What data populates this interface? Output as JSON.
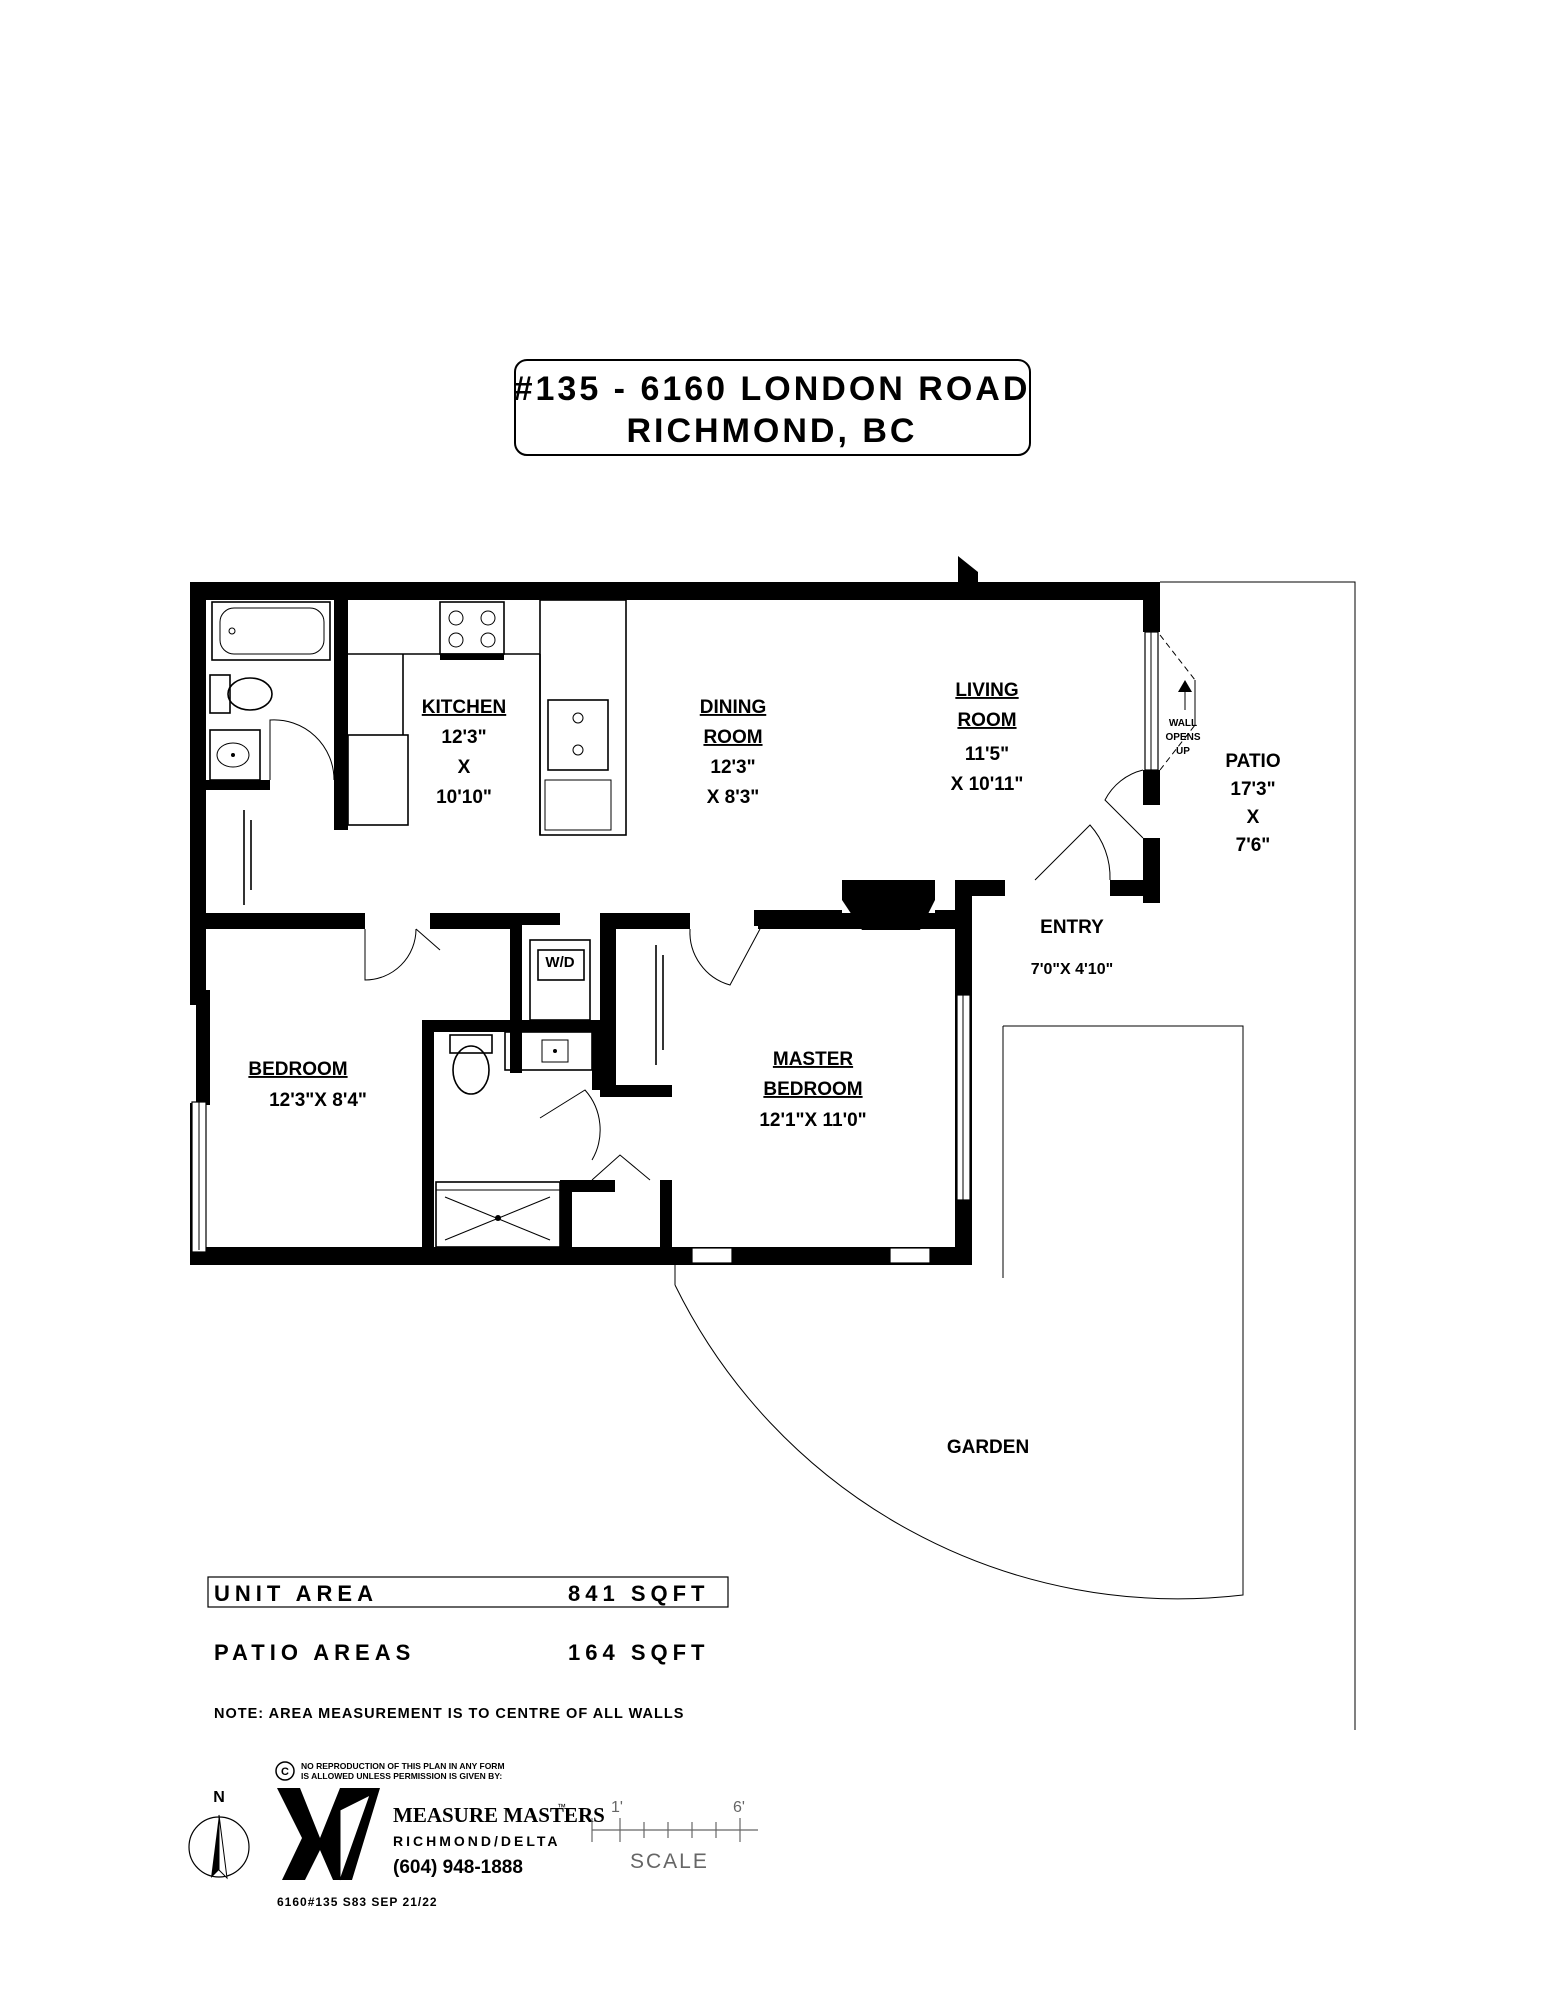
{
  "address": {
    "line1": "#135  -  6160  LONDON  ROAD",
    "line2": "RICHMOND,  BC"
  },
  "rooms": {
    "kitchen": [
      "KITCHEN",
      "12'3\"",
      "X",
      "10'10\""
    ],
    "dining": [
      "DINING",
      "ROOM",
      "12'3\"",
      "X  8'3\""
    ],
    "living": [
      "LIVING",
      "ROOM",
      "11'5\"",
      "X  10'11\""
    ],
    "patio": [
      "PATIO",
      "17'3\"",
      "X",
      "7'6\""
    ],
    "wall_opens": [
      "WALL",
      "OPENS",
      "UP"
    ],
    "entry": [
      "ENTRY",
      "7'0\"X  4'10\""
    ],
    "bedroom": [
      "BEDROOM",
      "12'3\"X  8'4\""
    ],
    "master": [
      "MASTER",
      "BEDROOM",
      "12'1\"X  11'0\""
    ],
    "wd": "W/D",
    "garden": "GARDEN"
  },
  "areas": {
    "unit_label": "UNIT  AREA",
    "unit_value": "841  SQFT",
    "patio_label": "PATIO  AREAS",
    "patio_value": "164  SQFT",
    "note": "NOTE:  AREA  MEASUREMENT  IS  TO  CENTRE  OF  ALL  WALLS"
  },
  "footer": {
    "north": "N",
    "copyright_symbol": "C",
    "copyright_line1": "NO REPRODUCTION OF THIS PLAN IN ANY FORM",
    "copyright_line2": "IS ALLOWED UNLESS PERMISSION IS GIVEN BY:",
    "brand": "MEASURE MASTERS",
    "tm": "™",
    "city": "RICHMOND/DELTA",
    "phone": "(604)  948-1888",
    "ref": "6160#135   S83    SEP  21/22",
    "scale_start": "1'",
    "scale_end": "6'",
    "scale_label": "SCALE"
  },
  "icons": [
    "compass-icon",
    "measure-masters-logo",
    "stove-icon",
    "sink-icon",
    "toilet-icon",
    "bathtub-icon",
    "shower-icon"
  ]
}
